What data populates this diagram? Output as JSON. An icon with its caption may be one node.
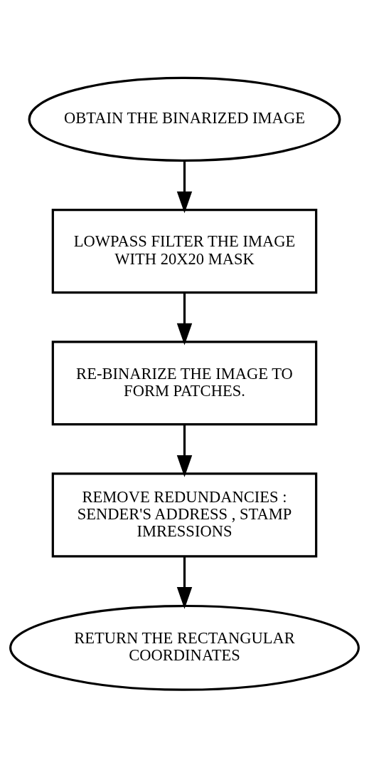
{
  "diagram": {
    "nodes": [
      {
        "text": [
          "OBTAIN THE BINARIZED IMAGE"
        ]
      },
      {
        "text": [
          "LOWPASS FILTER THE IMAGE WITH 20X20 MASK"
        ]
      },
      {
        "text": [
          "RE-BINARIZE THE IMAGE TO FORM PATCHES."
        ]
      },
      {
        "text": [
          "REMOVE REDUNDANCIES : SENDER'S ADDRESS , STAMP IMRESSIONS"
        ]
      },
      {
        "text": [
          "RETURN THE RECTANGULAR COORDINATES"
        ]
      }
    ],
    "edges": [
      {
        "from": 0,
        "to": 1,
        "arrow": "to"
      },
      {
        "from": 1,
        "to": 2,
        "arrow": "to"
      },
      {
        "from": 2,
        "to": 3,
        "arrow": "to"
      },
      {
        "from": 3,
        "to": 4,
        "arrow": "to"
      }
    ]
  }
}
